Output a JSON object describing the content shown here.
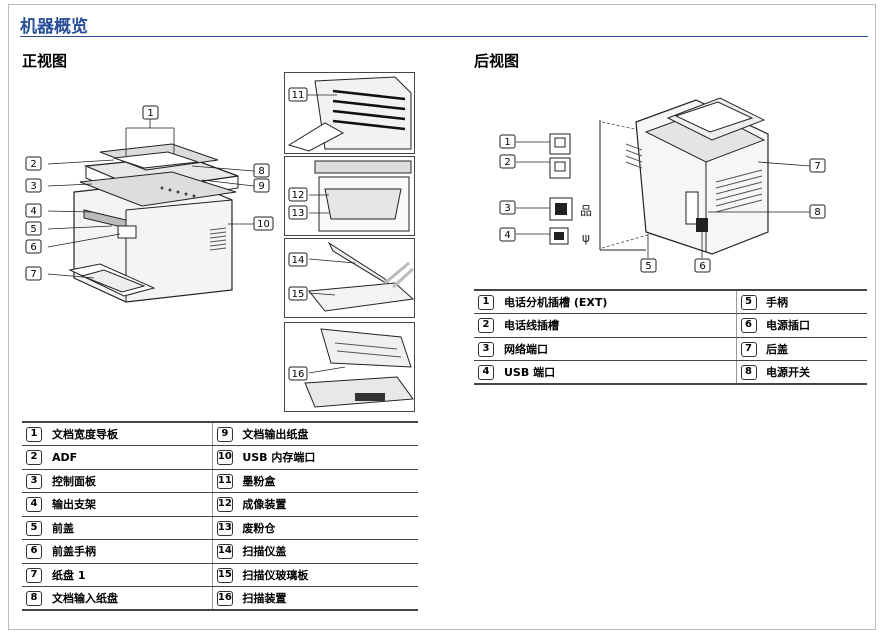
{
  "page": {
    "title": "机器概览"
  },
  "front": {
    "heading": "正视图",
    "callouts": [
      "1",
      "2",
      "3",
      "4",
      "5",
      "6",
      "7",
      "8",
      "9",
      "10",
      "11",
      "12",
      "13",
      "14",
      "15",
      "16"
    ],
    "legend_left": [
      {
        "num": "1",
        "label": "文档宽度导板"
      },
      {
        "num": "2",
        "label": "ADF"
      },
      {
        "num": "3",
        "label": "控制面板"
      },
      {
        "num": "4",
        "label": "输出支架"
      },
      {
        "num": "5",
        "label": "前盖"
      },
      {
        "num": "6",
        "label": "前盖手柄"
      },
      {
        "num": "7",
        "label": "纸盘 1"
      },
      {
        "num": "8",
        "label": "文档输入纸盘"
      }
    ],
    "legend_right": [
      {
        "num": "9",
        "label": "文档输出纸盘"
      },
      {
        "num": "10",
        "label": "USB 内存端口"
      },
      {
        "num": "11",
        "label": "墨粉盒"
      },
      {
        "num": "12",
        "label": "成像装置"
      },
      {
        "num": "13",
        "label": "废粉仓"
      },
      {
        "num": "14",
        "label": "扫描仪盖"
      },
      {
        "num": "15",
        "label": "扫描仪玻璃板"
      },
      {
        "num": "16",
        "label": "扫描装置"
      }
    ]
  },
  "rear": {
    "heading": "后视图",
    "callouts": [
      "1",
      "2",
      "3",
      "4",
      "5",
      "6",
      "7",
      "8"
    ],
    "legend_left": [
      {
        "num": "1",
        "label": "电话分机插槽 (EXT)"
      },
      {
        "num": "2",
        "label": "电话线插槽"
      },
      {
        "num": "3",
        "label": "网络端口"
      },
      {
        "num": "4",
        "label": "USB 端口"
      }
    ],
    "legend_right": [
      {
        "num": "5",
        "label": "手柄"
      },
      {
        "num": "6",
        "label": "电源插口"
      },
      {
        "num": "7",
        "label": "后盖"
      },
      {
        "num": "8",
        "label": "电源开关"
      }
    ]
  }
}
